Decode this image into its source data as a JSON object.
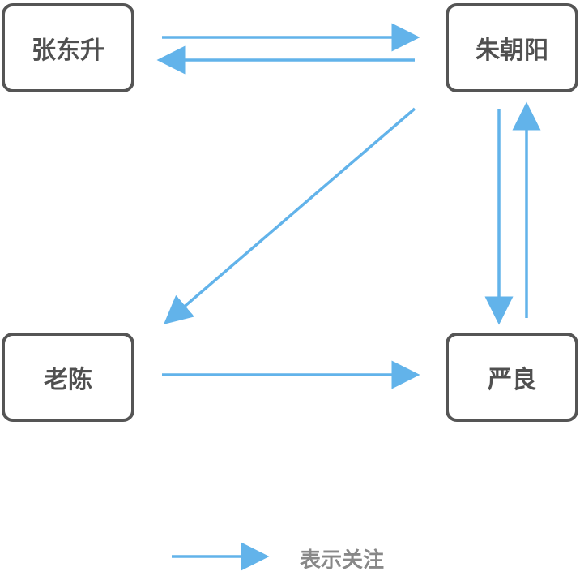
{
  "colors": {
    "arrow": "#62b3ea",
    "node_border": "#555555",
    "node_text": "#505050",
    "legend_text": "#888888"
  },
  "nodes": {
    "zhang": "张东升",
    "zhu": "朱朝阳",
    "lao": "老陈",
    "yan": "严良"
  },
  "edges": [
    {
      "from": "zhang",
      "to": "zhu"
    },
    {
      "from": "zhu",
      "to": "zhang"
    },
    {
      "from": "zhu",
      "to": "lao"
    },
    {
      "from": "zhu",
      "to": "yan"
    },
    {
      "from": "yan",
      "to": "zhu"
    },
    {
      "from": "lao",
      "to": "yan"
    }
  ],
  "legend": {
    "label": "表示关注"
  }
}
